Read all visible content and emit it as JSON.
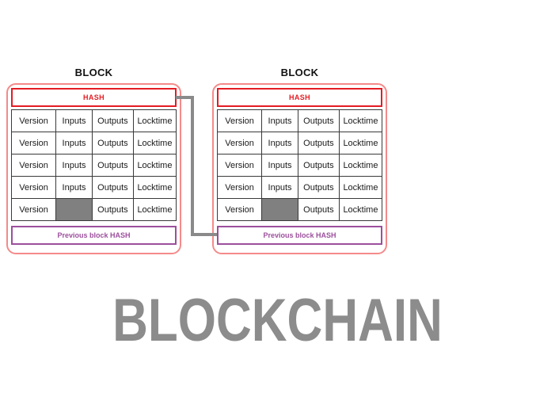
{
  "caption": {
    "text": "BLOCKCHAIN"
  },
  "blocks": [
    {
      "title": "BLOCK",
      "hash": "HASH",
      "prev_hash": "Previous block HASH",
      "table": {
        "rows": [
          [
            {
              "label": "Version"
            },
            {
              "label": "Inputs"
            },
            {
              "label": "Outputs"
            },
            {
              "label": "Locktime"
            }
          ],
          [
            {
              "label": "Version"
            },
            {
              "label": "Inputs"
            },
            {
              "label": "Outputs"
            },
            {
              "label": "Locktime"
            }
          ],
          [
            {
              "label": "Version"
            },
            {
              "label": "Inputs"
            },
            {
              "label": "Outputs"
            },
            {
              "label": "Locktime"
            }
          ],
          [
            {
              "label": "Version"
            },
            {
              "label": "Inputs"
            },
            {
              "label": "Outputs"
            },
            {
              "label": "Locktime"
            }
          ],
          [
            {
              "label": "Version"
            },
            {
              "label": "",
              "filled": true
            },
            {
              "label": "Outputs"
            },
            {
              "label": "Locktime"
            }
          ]
        ]
      }
    },
    {
      "title": "BLOCK",
      "hash": "HASH",
      "prev_hash": "Previous block HASH",
      "table": {
        "rows": [
          [
            {
              "label": "Version"
            },
            {
              "label": "Inputs"
            },
            {
              "label": "Outputs"
            },
            {
              "label": "Locktime"
            }
          ],
          [
            {
              "label": "Version"
            },
            {
              "label": "Inputs"
            },
            {
              "label": "Outputs"
            },
            {
              "label": "Locktime"
            }
          ],
          [
            {
              "label": "Version"
            },
            {
              "label": "Inputs"
            },
            {
              "label": "Outputs"
            },
            {
              "label": "Locktime"
            }
          ],
          [
            {
              "label": "Version"
            },
            {
              "label": "Inputs"
            },
            {
              "label": "Outputs"
            },
            {
              "label": "Locktime"
            }
          ],
          [
            {
              "label": "Version"
            },
            {
              "label": "",
              "filled": true
            },
            {
              "label": "Outputs"
            },
            {
              "label": "Locktime"
            }
          ]
        ]
      }
    }
  ],
  "colors": {
    "outer_border": "#f48a8a",
    "hash_border": "#e51c23",
    "hash_text": "#e51c23",
    "prev_border": "#9c4f9c",
    "prev_text": "#9c4f9c",
    "cell_border": "#3a3a3a",
    "filled_cell": "#808080",
    "connector": "#8a8a8a",
    "caption": "#8c8c8c"
  }
}
